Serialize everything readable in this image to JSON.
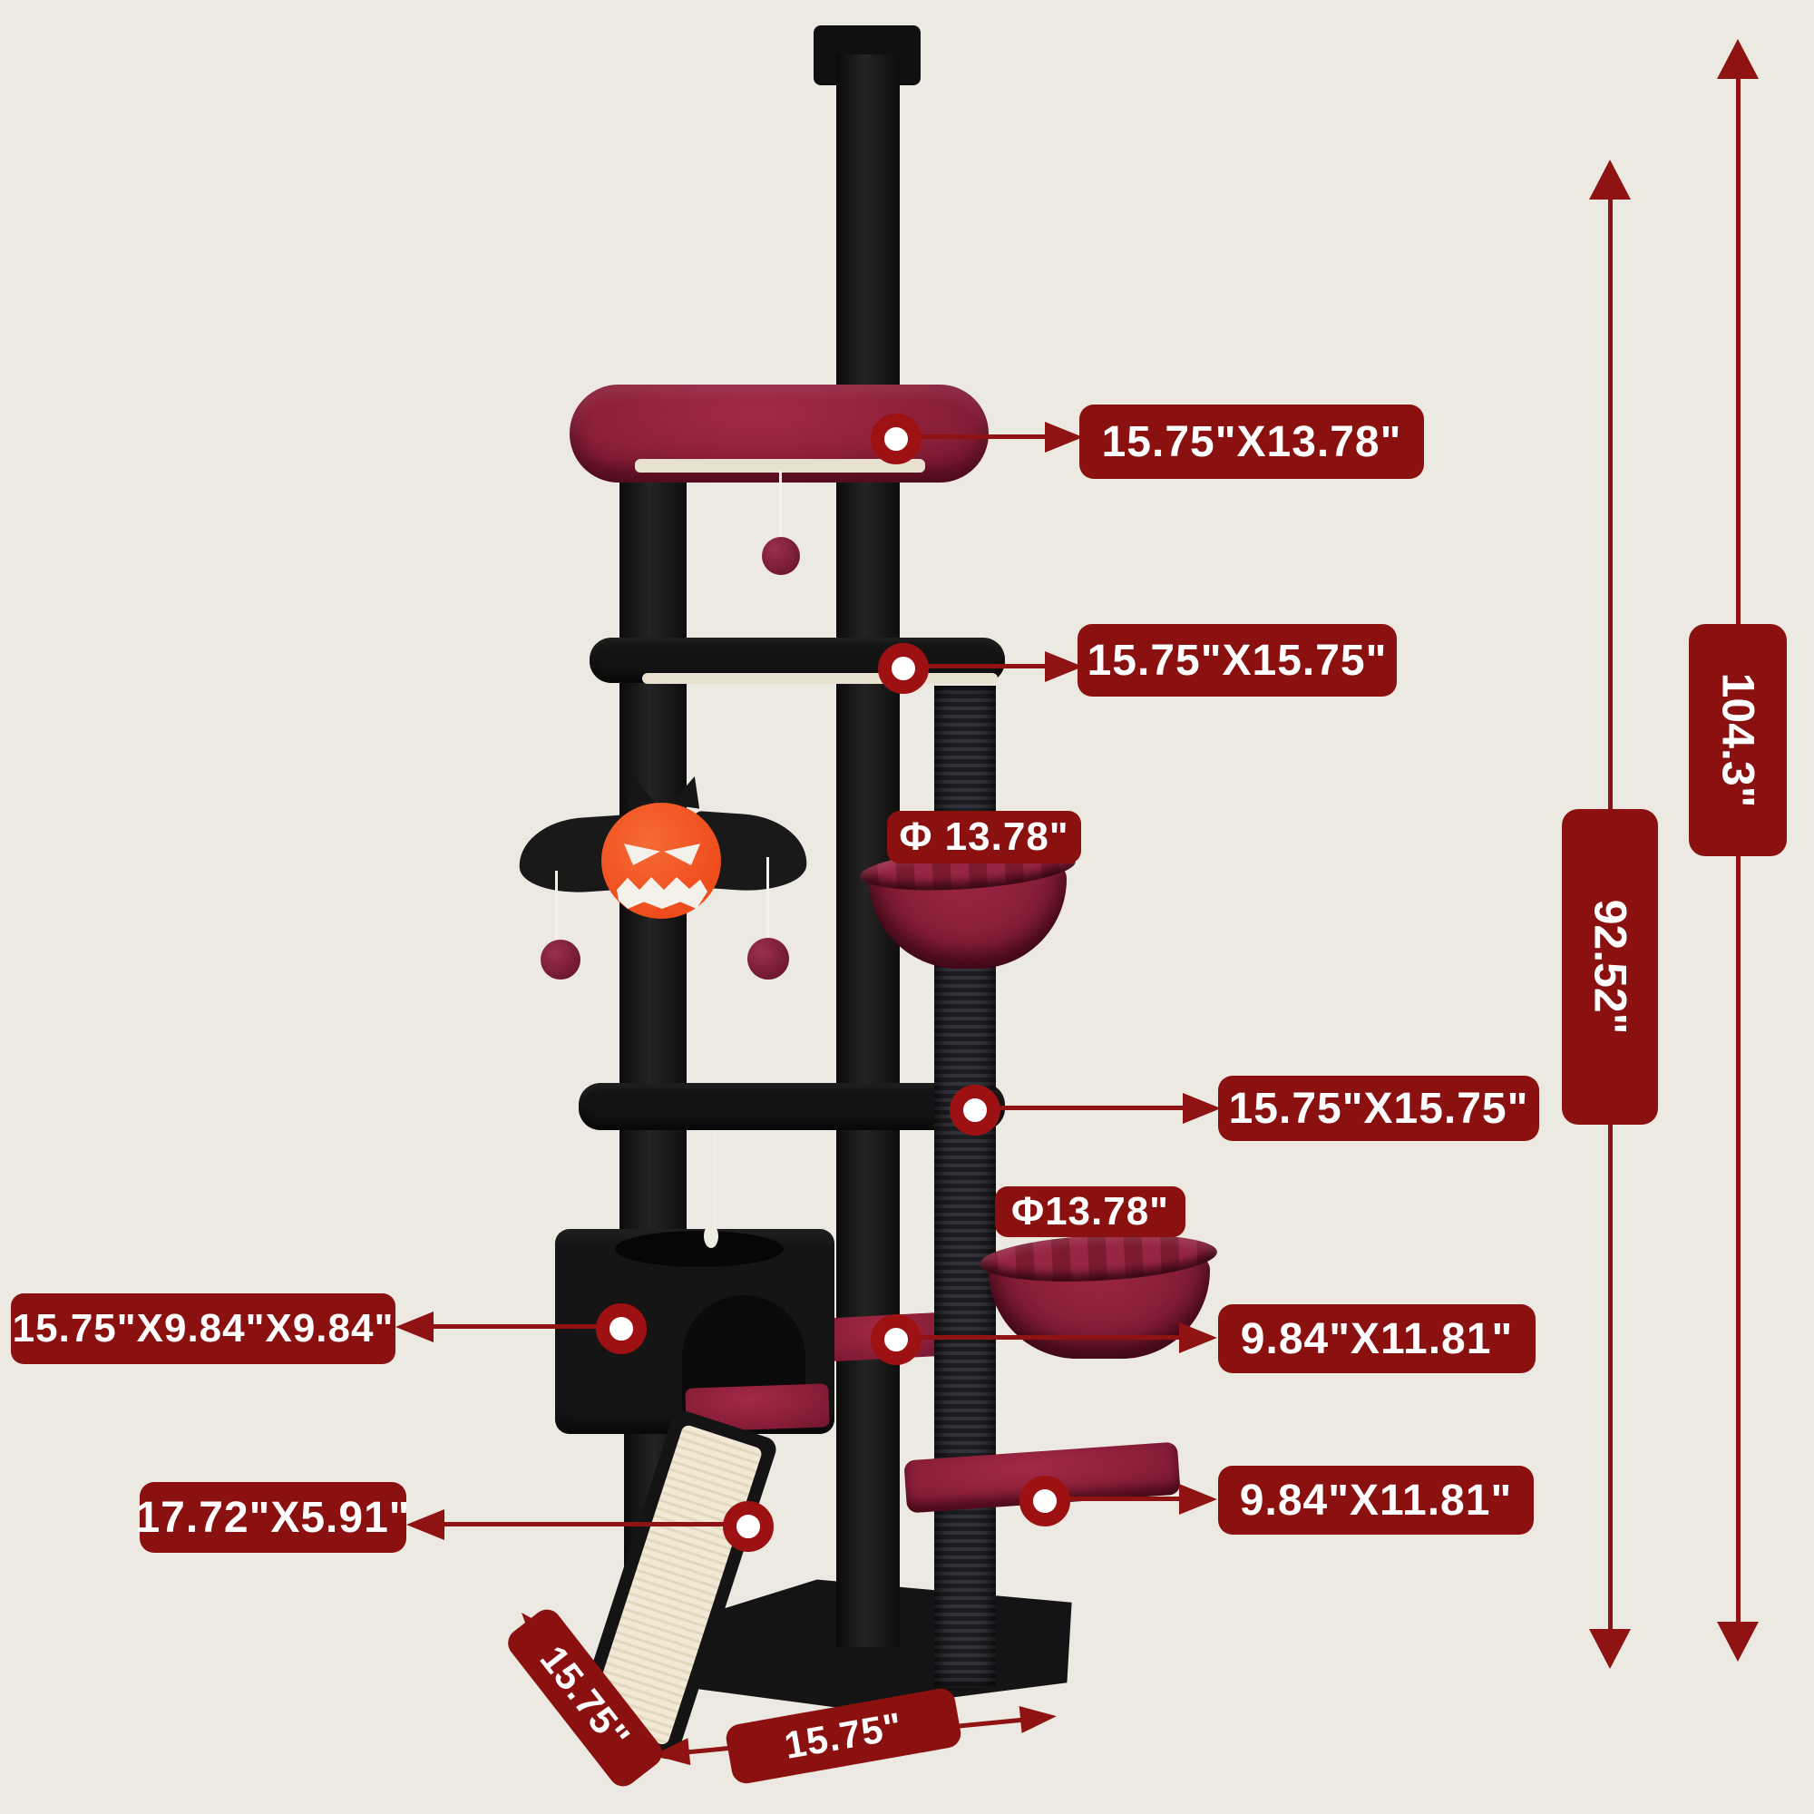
{
  "scene": {
    "background": "#ece9e2",
    "accent": "#8b1110",
    "arrow_color": "#8e1312",
    "plush_black": "#141414",
    "plush_red": "#8c1f38",
    "pumpkin_orange": "#f0501f"
  },
  "labels": {
    "top_perch": "15.75\"X13.78\"",
    "upper_platform": "15.75\"X15.75\"",
    "top_hammock_dia": "Φ 13.78\"",
    "mid_platform": "15.75\"X15.75\"",
    "lower_hammock_dia": "Φ13.78\"",
    "upper_shelf": "9.84\"X11.81\"",
    "lower_shelf": "9.84\"X11.81\"",
    "condo": "15.75\"X9.84\"X9.84\"",
    "scratch_ramp": "17.72\"X5.91\"",
    "floor_to_frame_height": "92.52\"",
    "overall_height": "104.3\"",
    "base_depth": "15.75\"",
    "base_width": "15.75\""
  }
}
